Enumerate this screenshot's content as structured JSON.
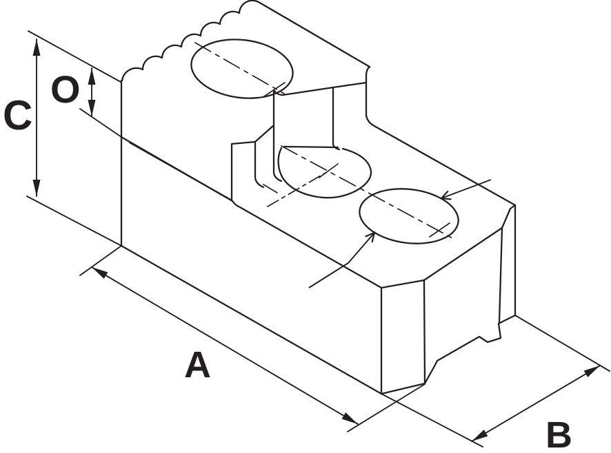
{
  "title": "Isometric drawing of serrated chuck jaw with dimensions",
  "labels": {
    "length": "A",
    "width": "B",
    "height": "C",
    "serration_depth": "O"
  },
  "colors": {
    "line": "#231f20",
    "background": "#ffffff"
  }
}
